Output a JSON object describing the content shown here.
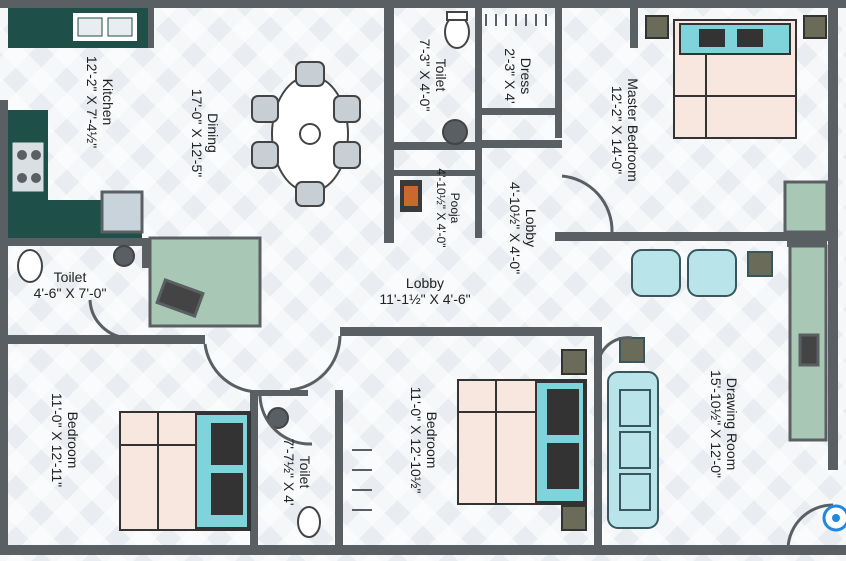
{
  "rooms": {
    "kitchen": {
      "name": "Kitchen",
      "size": "12'-2\" X 7'-4½\""
    },
    "dining": {
      "name": "Dining",
      "size": "17'-0\" X 12'-5\""
    },
    "toilet_top": {
      "name": "Toilet",
      "size": "7'-3\" X 4'-0\""
    },
    "dress": {
      "name": "Dress",
      "size": "2'-3\" X 4'"
    },
    "master_bedroom": {
      "name": "Master Bedroom",
      "size": "12'-2\" X 14'-0\""
    },
    "pooja": {
      "name": "Pooja",
      "size": "4'-10½\" X 4'-0\""
    },
    "lobby_small": {
      "name": "Lobby",
      "size": "4'-10½\" X 4'-0\""
    },
    "toilet_left": {
      "name": "Toilet",
      "size": "4'-6\" X 7'-0\""
    },
    "lobby_main": {
      "name": "Lobby",
      "size": "11'-1½\" X 4'-6\""
    },
    "bedroom_left": {
      "name": "Bedroom",
      "size": "11'-0\" X 12'-11\""
    },
    "toilet_bottom": {
      "name": "Toilet",
      "size": "7'-7½\" X 4'"
    },
    "bedroom_center": {
      "name": "Bedroom",
      "size": "11'-0\" X 12'-10½\""
    },
    "drawing_room": {
      "name": "Drawing Room",
      "size": "15'-10½\" X 12'-0\""
    }
  },
  "colors": {
    "wall": "#5a5f63",
    "counter": "#1f4f49",
    "bed_sheet": "#f7e7de",
    "pillow": "#7fd3db",
    "sofa": "#b9e4ea",
    "cabinet": "#a9c7b5"
  }
}
